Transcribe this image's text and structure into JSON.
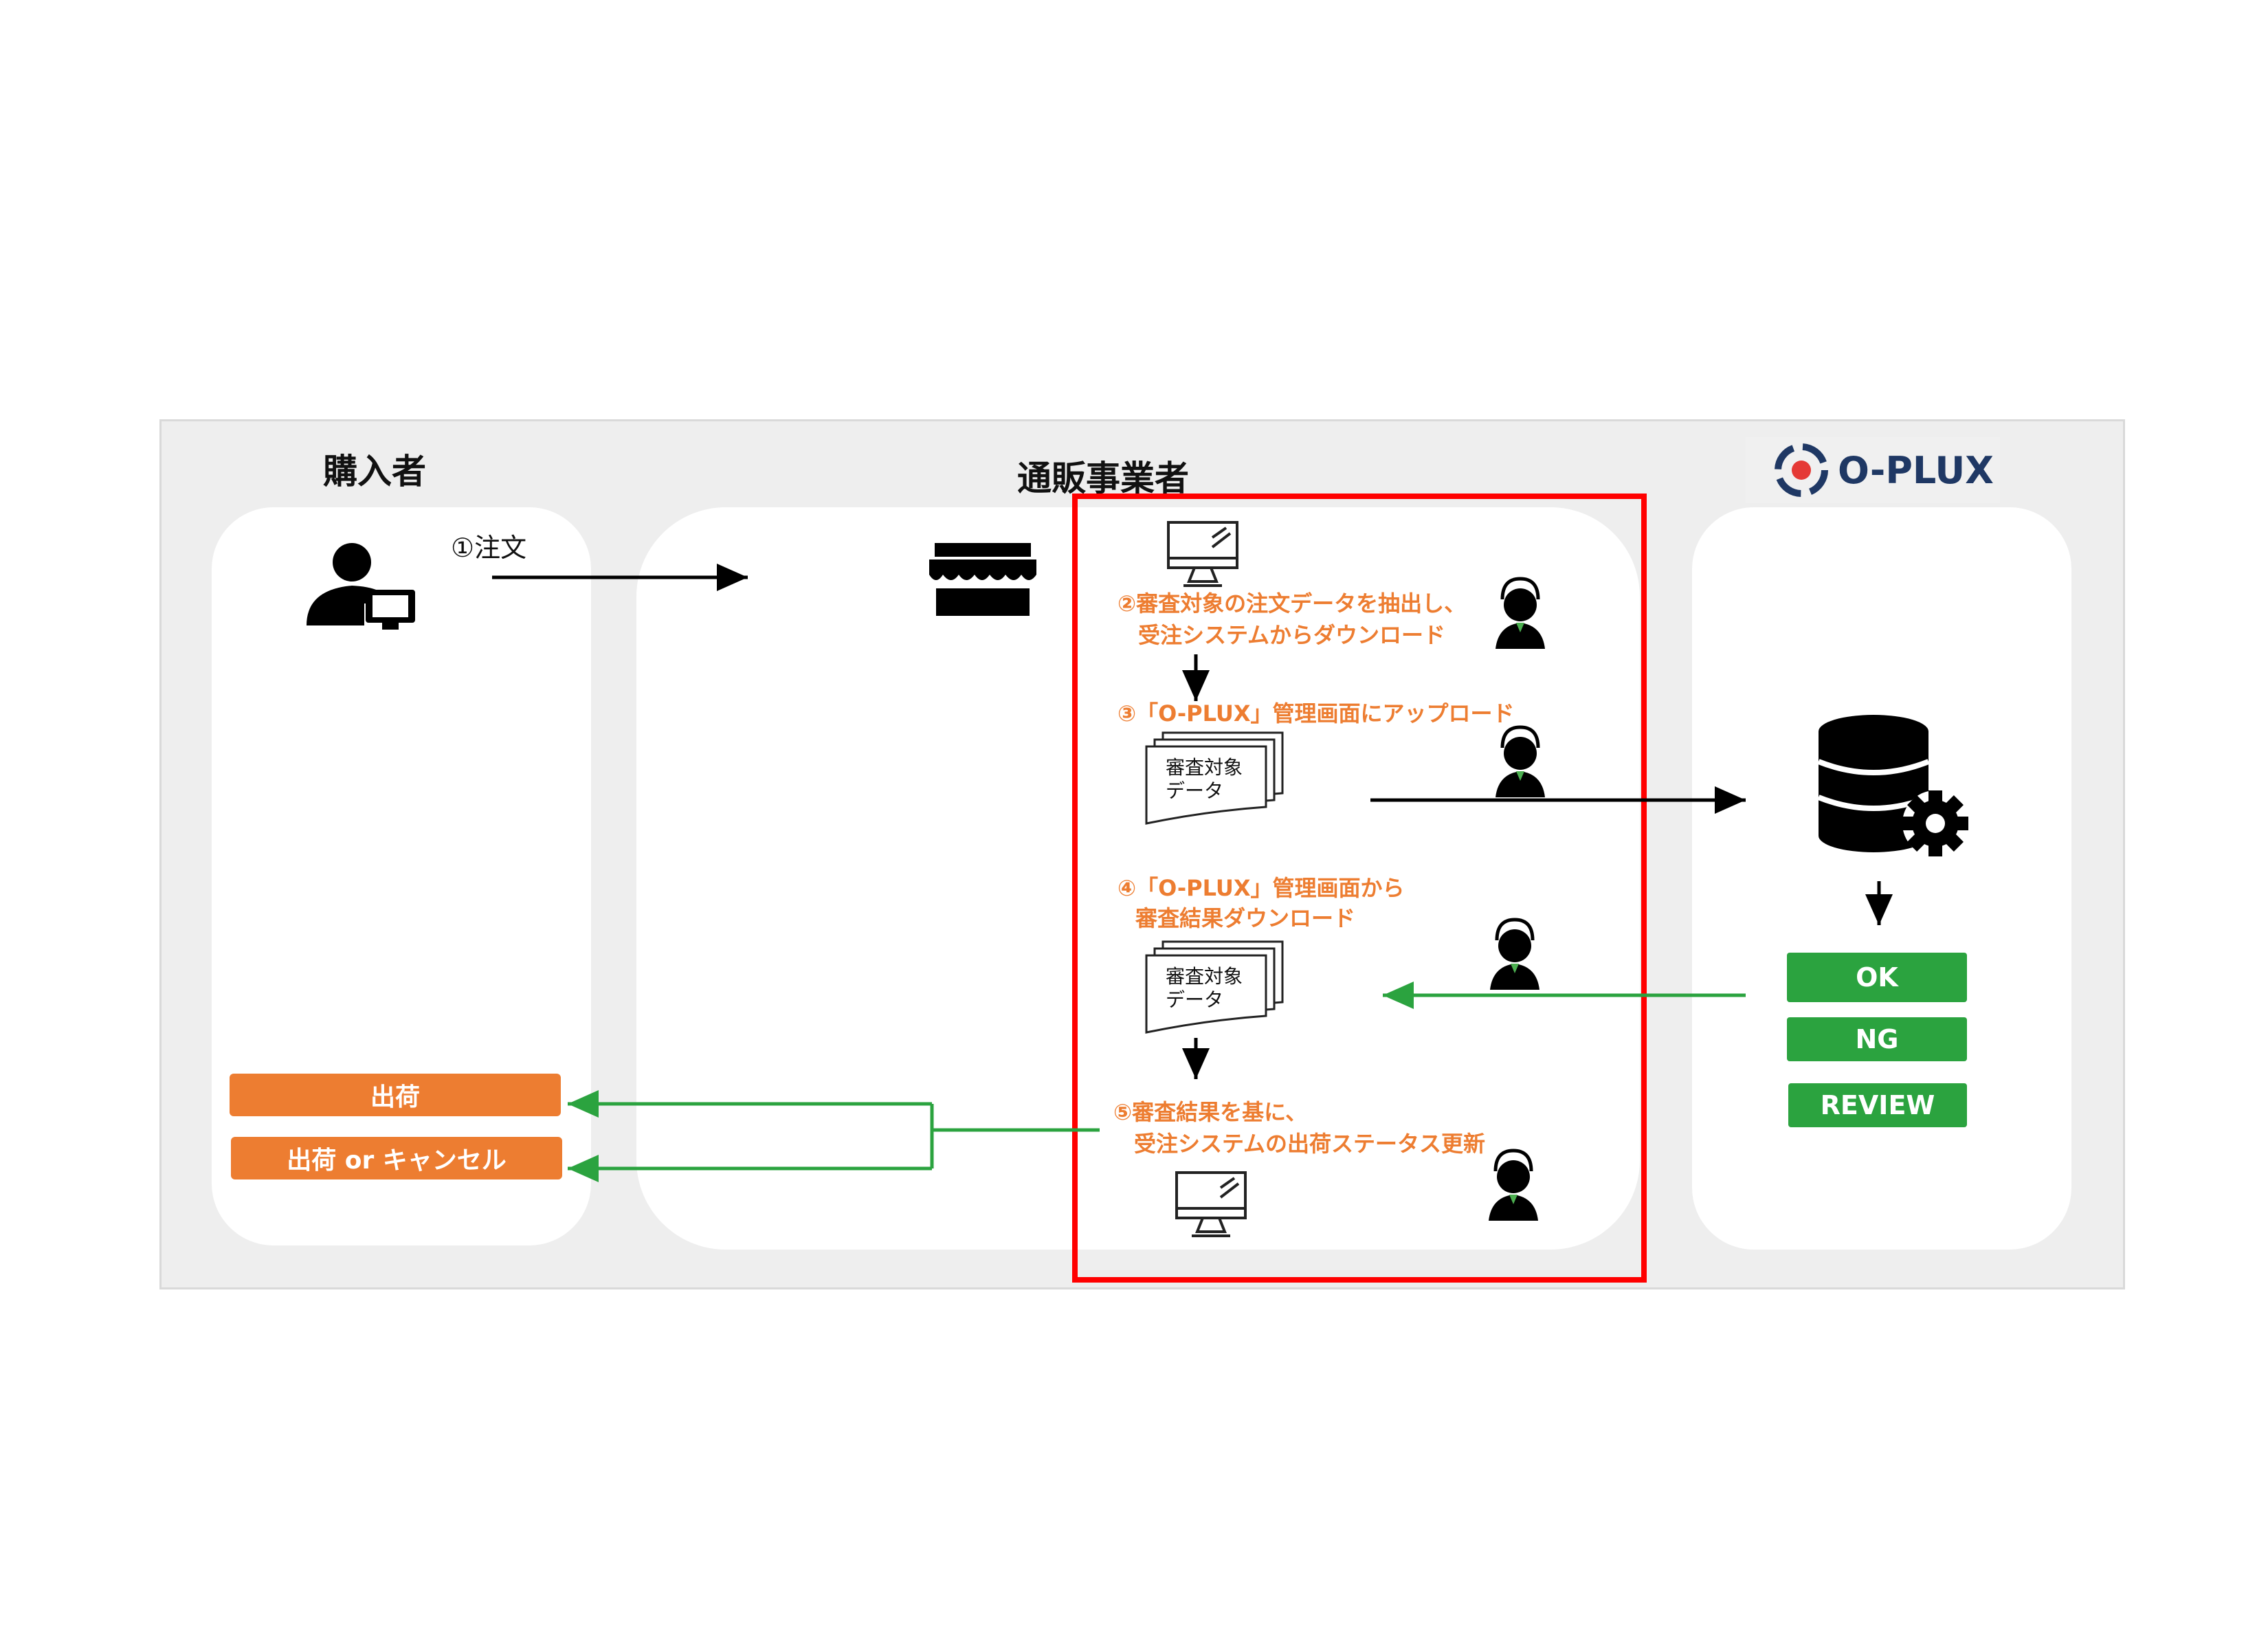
{
  "columns": {
    "buyer": "購入者",
    "merchant": "通販事業者"
  },
  "logo": {
    "text": "O-PLUX"
  },
  "steps": {
    "order": "①注文",
    "step2_line1": "②審査対象の注文データを抽出し、",
    "step2_line2": "受注システムからダウンロード",
    "step3": "③「O-PLUX」管理画面にアップロード",
    "step4_line1": "④「O-PLUX」管理画面から",
    "step4_line2": "審査結果ダウンロード",
    "step5_line1": "⑤審査結果を基に、",
    "step5_line2": "受注システムの出荷ステータス更新"
  },
  "documents": {
    "doc1_line1": "審査対象",
    "doc1_line2": "データ",
    "doc2_line1": "審査対象",
    "doc2_line2": "データ"
  },
  "results": {
    "ok": "OK",
    "ng": "NG",
    "review": "REVIEW"
  },
  "actions": {
    "ship": "出荷",
    "ship_or_cancel": "出荷 or キャンセル"
  },
  "colors": {
    "orange": "#ED7D31",
    "green": "#2BA33F",
    "red": "#FF0000",
    "navy": "#1f3864"
  },
  "icons": [
    "user-computer-icon",
    "store-icon",
    "monitor-icon",
    "operator-icon",
    "document-stack-icon",
    "database-gear-icon",
    "oplux-logo-icon"
  ]
}
